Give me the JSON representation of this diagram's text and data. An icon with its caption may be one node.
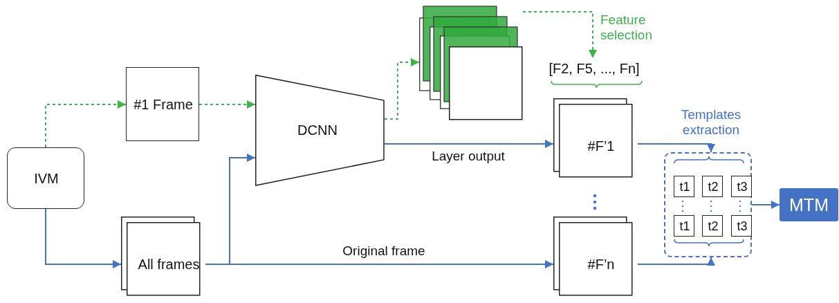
{
  "diagram": {
    "nodes": [
      {
        "text": [
          "IVM"
        ]
      },
      {
        "text": [
          "#1 Frame"
        ]
      },
      {
        "text": [
          "DCNN"
        ]
      },
      {
        "text": [],
        "shape": "box"
      },
      {
        "text": [
          "[F2, F5, ..., Fn]"
        ]
      },
      {
        "text": [
          "All frames"
        ]
      },
      {
        "text": [
          "#F’1"
        ]
      },
      {
        "text": [
          "#F’n"
        ]
      },
      {
        "text": [],
        "shape": "box"
      },
      {
        "text": [
          "t1"
        ],
        "in": 8
      },
      {
        "text": [
          "t2"
        ],
        "in": 8
      },
      {
        "text": [
          "t3"
        ],
        "in": 8
      },
      {
        "text": [
          "t1"
        ],
        "in": 8
      },
      {
        "text": [
          "t2"
        ],
        "in": 8
      },
      {
        "text": [
          "t3"
        ],
        "in": 8
      },
      {
        "text": [
          "MTM"
        ]
      }
    ],
    "edges": [
      {
        "from": 0,
        "to": 1,
        "arrow": "to",
        "style": "dashed",
        "color": "#3cb44b"
      },
      {
        "from": 1,
        "to": 2,
        "arrow": "to",
        "style": "dashed",
        "color": "#3cb44b"
      },
      {
        "from": 2,
        "to": 3,
        "arrow": "to",
        "style": "dashed",
        "color": "#3cb44b"
      },
      {
        "from": 3,
        "to": 4,
        "arrow": "to",
        "label": "Feature selection",
        "style": "dashed",
        "color": "#3cb44b"
      },
      {
        "from": 0,
        "to": 5,
        "arrow": "to"
      },
      {
        "from": 5,
        "to": 2,
        "arrow": "to"
      },
      {
        "from": 2,
        "to": 6,
        "arrow": "to",
        "label": "Layer output"
      },
      {
        "from": 5,
        "to": 7,
        "arrow": "to",
        "label": "Original frame"
      },
      {
        "from": 6,
        "to": 8,
        "arrow": "to"
      },
      {
        "from": 7,
        "to": 8,
        "arrow": "to"
      },
      {
        "from": 8,
        "to": 15,
        "arrow": "to"
      },
      {
        "from": 9,
        "to": 12,
        "arrow": "none",
        "style": "dashed"
      },
      {
        "from": 10,
        "to": 13,
        "arrow": "none",
        "style": "dashed"
      },
      {
        "from": 11,
        "to": 14,
        "arrow": "none",
        "style": "dashed"
      }
    ],
    "labels": [
      "Templates extraction"
    ]
  }
}
